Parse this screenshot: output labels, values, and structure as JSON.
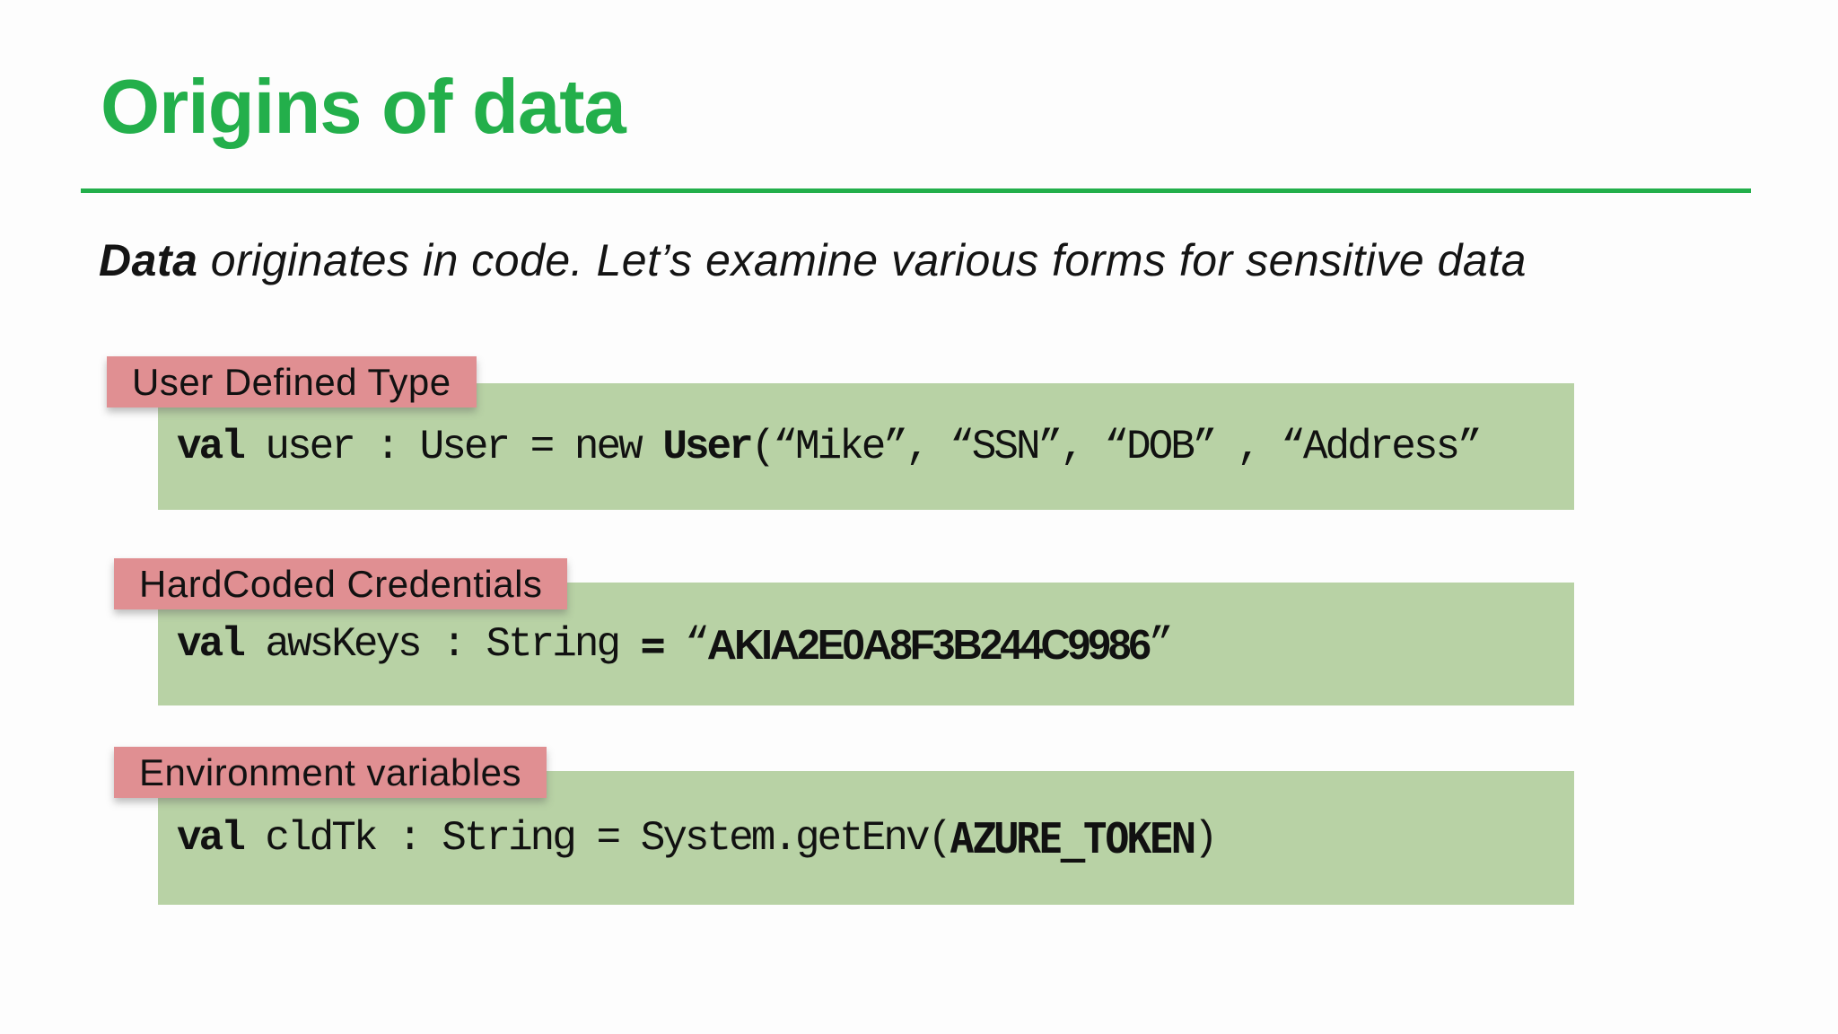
{
  "slide": {
    "title": "Origins of data",
    "subtitle_bold": "Data",
    "subtitle_rest": " originates in code. Let’s examine various forms for sensitive data"
  },
  "colors": {
    "accent_green": "#23af4b",
    "code_block_green": "#b8d2a5",
    "label_pink": "#e08f92"
  },
  "sections": [
    {
      "label": "User Defined Type",
      "code_segments": [
        {
          "text": "val",
          "style": "bold-mono"
        },
        {
          "text": " user : User = new ",
          "style": "mono"
        },
        {
          "text": "User",
          "style": "bold-mono"
        },
        {
          "text": "(“Mike”, “SSN”, “DOB” , “Address”",
          "style": "mono"
        }
      ]
    },
    {
      "label": "HardCoded Credentials",
      "code_segments": [
        {
          "text": "val",
          "style": "bold-mono"
        },
        {
          "text": " awsKeys : String ",
          "style": "mono"
        },
        {
          "text": "= ",
          "style": "bold-dmono"
        },
        {
          "text": "“",
          "style": "mono"
        },
        {
          "text": "AKIA2E0A8F3B244C9986",
          "style": "bold-sans"
        },
        {
          "text": "”",
          "style": "mono"
        }
      ]
    },
    {
      "label": "Environment variables",
      "code_segments": [
        {
          "text": "val",
          "style": "bold-mono"
        },
        {
          "text": " cldTk : String = System.getEnv(",
          "style": "mono"
        },
        {
          "text": "AZURE_TOKEN",
          "style": "bold-dmono"
        },
        {
          "text": ")",
          "style": "mono"
        }
      ]
    }
  ]
}
